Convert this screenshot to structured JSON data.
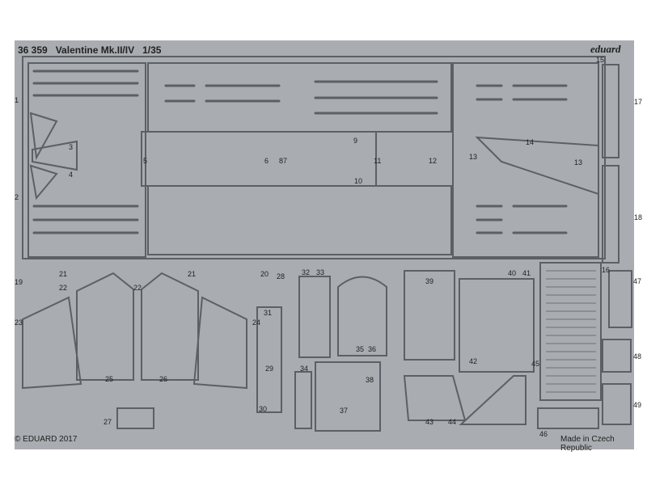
{
  "sheet": {
    "catalog_number": "36 359",
    "title": "Valentine Mk.II/IV",
    "scale": "1/35",
    "brand": "eduard",
    "copyright": "© EDUARD 2017",
    "made_in": "Made in Czech Republic"
  },
  "part_numbers": [
    "1",
    "2",
    "3",
    "4",
    "5",
    "6",
    "7",
    "8",
    "9",
    "10",
    "11",
    "12",
    "13",
    "13",
    "14",
    "15",
    "16",
    "17",
    "18",
    "19",
    "20",
    "21",
    "21",
    "22",
    "22",
    "23",
    "24",
    "25",
    "26",
    "27",
    "28",
    "29",
    "30",
    "31",
    "32",
    "33",
    "34",
    "35",
    "36",
    "37",
    "38",
    "39",
    "40",
    "41",
    "42",
    "43",
    "44",
    "45",
    "46",
    "47",
    "48",
    "49"
  ],
  "colors": {
    "metal": "#a9acb0",
    "etch_line": "#5c6066",
    "shadow": "#7d8186",
    "highlight": "#c4c7cb"
  }
}
